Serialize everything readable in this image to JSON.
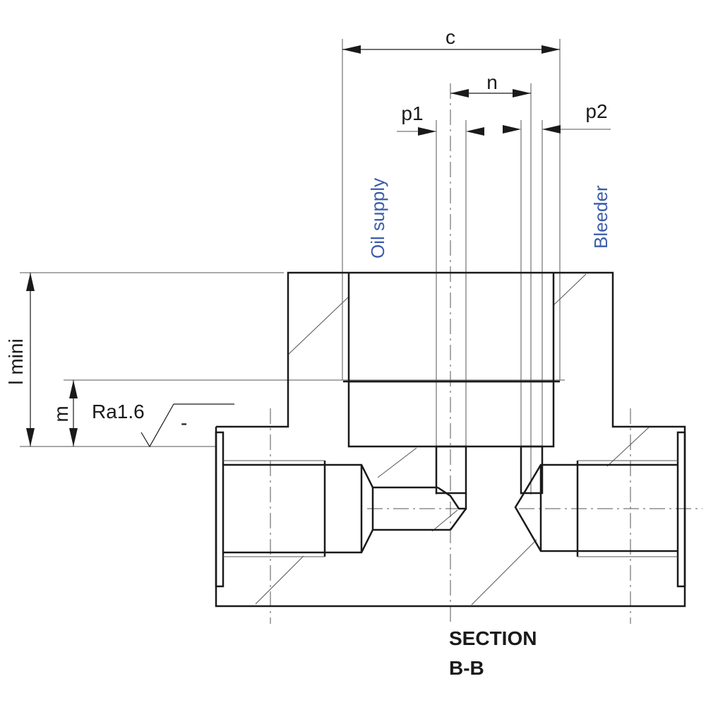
{
  "dimensions": {
    "c": "c",
    "n": "n",
    "p1": "p1",
    "p2": "p2",
    "l_mini": "l mini",
    "m": "m",
    "roughness": "Ra1.6",
    "roughness_dash": "-"
  },
  "ports": {
    "oil_supply": "Oil supply",
    "bleeder": "Bleeder"
  },
  "section": {
    "line1": "SECTION",
    "line2": "B-B"
  },
  "colors": {
    "outline": "#1a1a1a",
    "thin": "#555555",
    "port_label": "#3b5bab"
  }
}
